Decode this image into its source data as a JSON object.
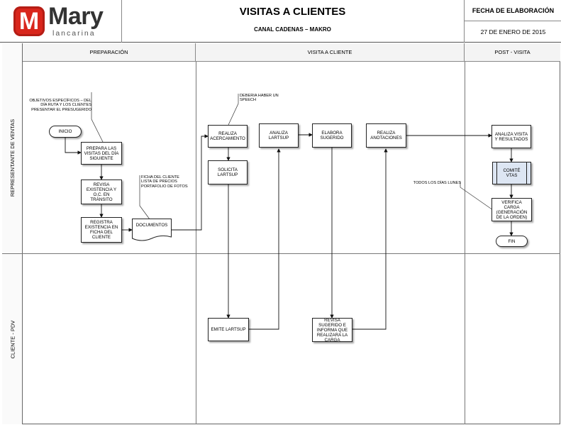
{
  "header": {
    "logo_letter": "M",
    "logo_word": "Mary",
    "logo_sub": "lancarina",
    "title": "VISITAS A CLIENTES",
    "subtitle": "CANAL CADENAS – MAKRO",
    "date_label": "FECHA DE ELABORACIÓN",
    "date_value": "27 DE ENERO DE 2015"
  },
  "phases": [
    "PREPARACIÓN",
    "VISITA A CLIENTE",
    "POST - VISITA"
  ],
  "lanes": [
    "REPRESENTANTE DE VENTAS",
    "CLIENTE - PDV"
  ],
  "nodes": {
    "inicio": "INICIO",
    "prepara": "PREPARA LAS VISITAS DEL DÍA SIGUIENTE",
    "revisa_existencia": "REVISA EXISTENCIA Y O.C. EN TRÁNSITO",
    "registra": "REGISTRA EXISTENCIA EN FICHA DEL CLIENTE",
    "documentos": "DOCUMENTOS",
    "realiza_acercamiento": "REALIZA ACERCAMIENTO",
    "solicita": "SOLICITA LARTSUP",
    "emite": "EMITE LARTSUP",
    "analiza_lartsup": "ANALIZA LARTSUP",
    "elabora": "ELABORA SUGERIDO",
    "revisa_sugerido": "REVISA SUGERIDO E INFORMA QUE REALIZARA LA CARGA",
    "anotaciones": "REALIZA ANOTACIONES",
    "analiza_visita": "ANALIZA VISITA Y RESULTADOS",
    "comite": "COMITÉ VTAS",
    "verifica": "VERIFICA CARGA (GENERACIÓN DE LA ORDEN)",
    "fin": "FIN"
  },
  "notes": {
    "objetivos": "OBJETIVOS ESPECÍFICOS – DEL DÍA RUTA Y LOS CLIENTES PRESENTAR EL PRESUGERIDO",
    "ficha": "FICHA DEL CLIENTE LISTA DE PRECIOS PORTAFOLIO DE FOTOS",
    "speech": "DEBERIA HABER UN SPEECH",
    "lunes": "TODOS LOS DÍAS LUNES"
  }
}
